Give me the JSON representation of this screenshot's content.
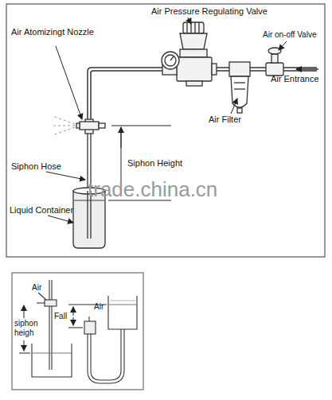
{
  "diagram": {
    "labels": [
      "Air Pressure Regulating Valve",
      "Air Atomizingt Nozzle",
      "Air on-off Valve",
      "Air Entrance",
      "Air Filter",
      "Siphon Hose",
      "Siphon Height",
      "trade.china.cn",
      "Liquid Container",
      "Air",
      "siphon heigh",
      "Air",
      "Fall"
    ]
  }
}
